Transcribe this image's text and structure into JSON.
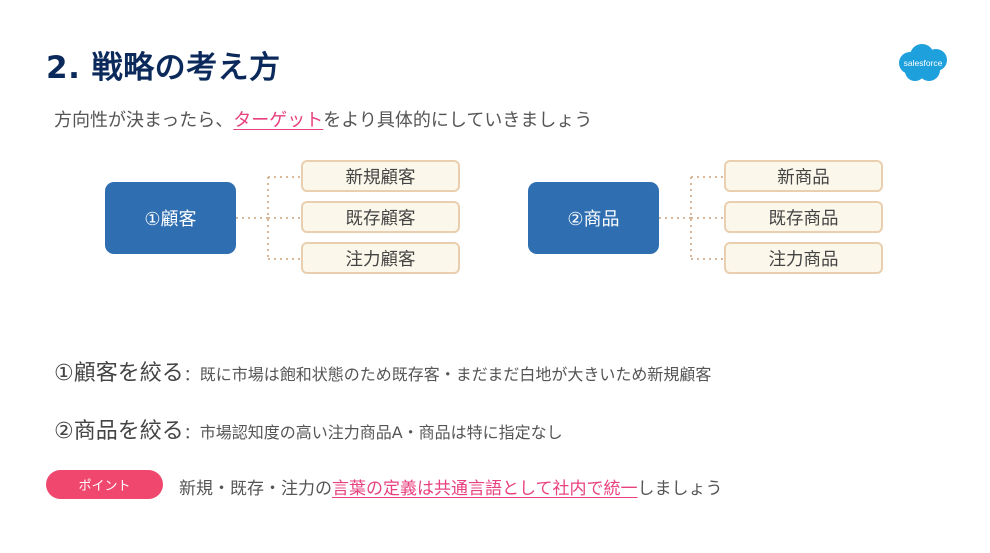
{
  "header": {
    "title": "2. 戦略の考え方",
    "logo_text": "salesforce"
  },
  "intro": {
    "before": "方向性が決まったら、",
    "highlight": "ターゲット",
    "after": "をより具体的にしていきましょう"
  },
  "diagram": {
    "groups": [
      {
        "label": "①顧客",
        "items": [
          "新規顧客",
          "既存顧客",
          "注力顧客"
        ]
      },
      {
        "label": "②商品",
        "items": [
          "新商品",
          "既存商品",
          "注力商品"
        ]
      }
    ]
  },
  "descriptions": [
    {
      "heading": "①顧客を絞る",
      "text": "：既に市場は飽和状態のため既存客・まだまだ白地が大きいため新規顧客"
    },
    {
      "heading": "②商品を絞る",
      "text": "：市場認知度の高い注力商品A・商品は特に指定なし"
    }
  ],
  "point": {
    "badge": "ポイント",
    "before": "新規・既存・注力の",
    "highlight": "言葉の定義は共通言語として社内で統一",
    "after": "しましょう"
  },
  "colors": {
    "title": "#0b2a5b",
    "node_fill": "#2f6fb1",
    "leaf_fill": "#fbf7ea",
    "leaf_border": "#e9cfb0",
    "accent_pink": "#e8417f",
    "badge_fill": "#f0476e",
    "logo_blue": "#1ea0dc"
  }
}
